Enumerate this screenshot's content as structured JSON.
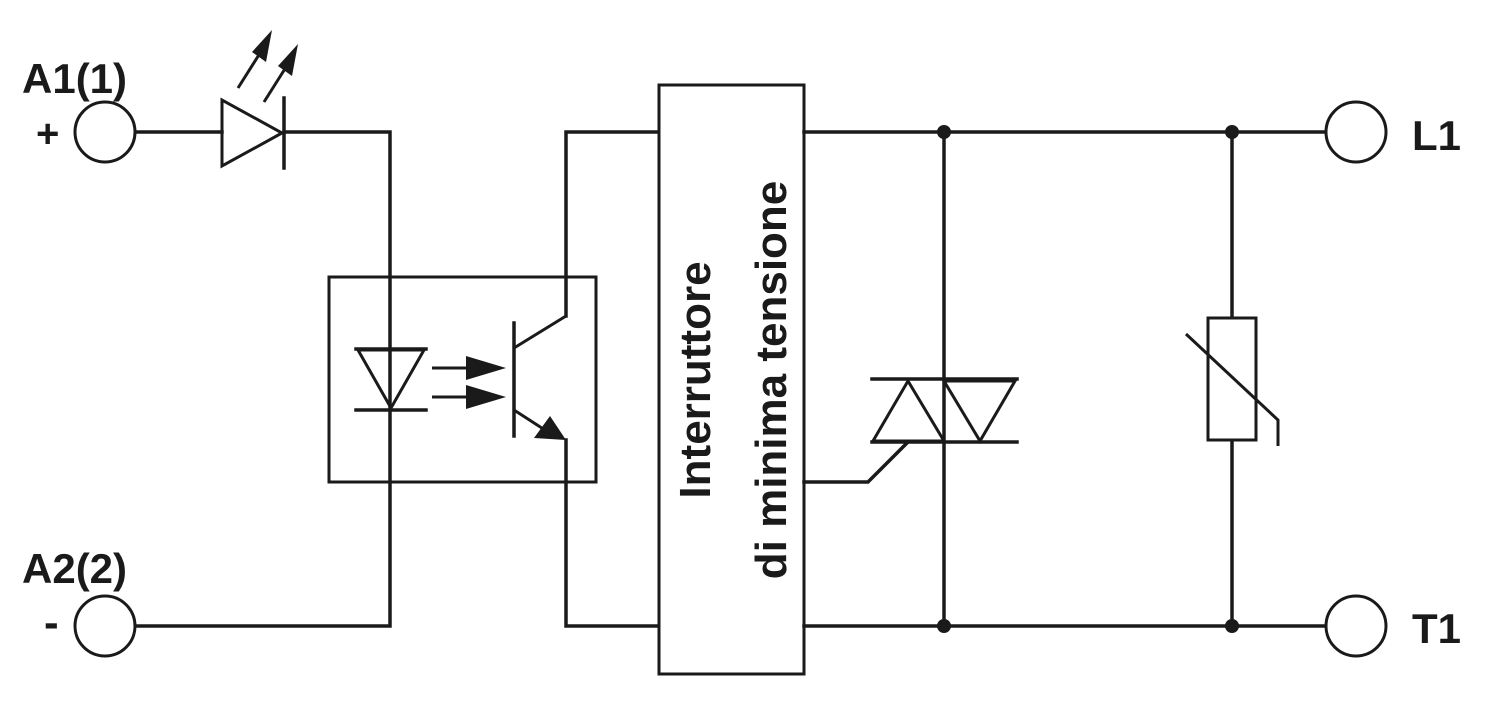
{
  "terminals": {
    "a1": {
      "label": "A1(1)",
      "polarity": "+"
    },
    "a2": {
      "label": "A2(2)",
      "polarity": "-"
    },
    "l1": {
      "label": "L1"
    },
    "t1": {
      "label": "T1"
    }
  },
  "block": {
    "line1": "Interruttore",
    "line2": "di minima tensione"
  }
}
